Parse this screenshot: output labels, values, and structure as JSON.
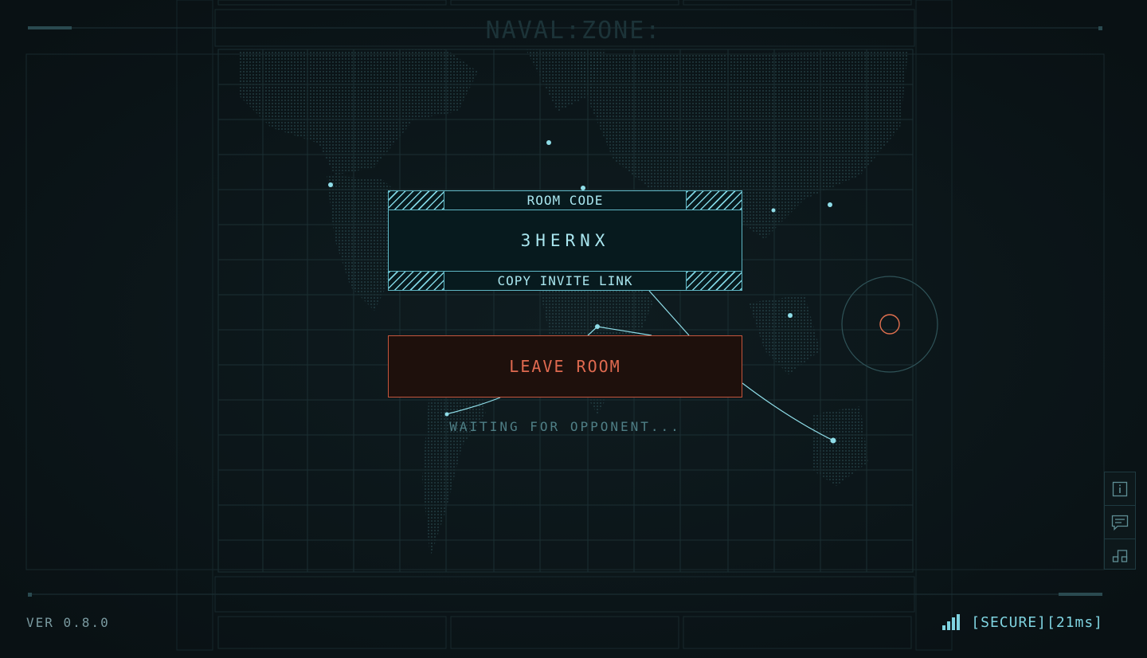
{
  "game": {
    "title": "NAVAL:ZONE:"
  },
  "lobby": {
    "room_code_label": "ROOM CODE",
    "room_code": "3HERNX",
    "copy_invite_label": "COPY INVITE LINK",
    "leave_label": "LEAVE ROOM",
    "status_text": "WAITING FOR OPPONENT..."
  },
  "footer": {
    "version": "VER 0.8.0",
    "connection": "[SECURE][21ms]",
    "signal_icon": "signal-bars-icon"
  },
  "side_toolbar": {
    "items": [
      {
        "icon": "info-icon"
      },
      {
        "icon": "chat-icon"
      },
      {
        "icon": "music-icon"
      }
    ]
  },
  "colors": {
    "background": "#0b1417",
    "accent": "#7fd3e0",
    "danger": "#e06a50",
    "danger_bg": "#1e100c",
    "muted": "#4f7f86"
  }
}
